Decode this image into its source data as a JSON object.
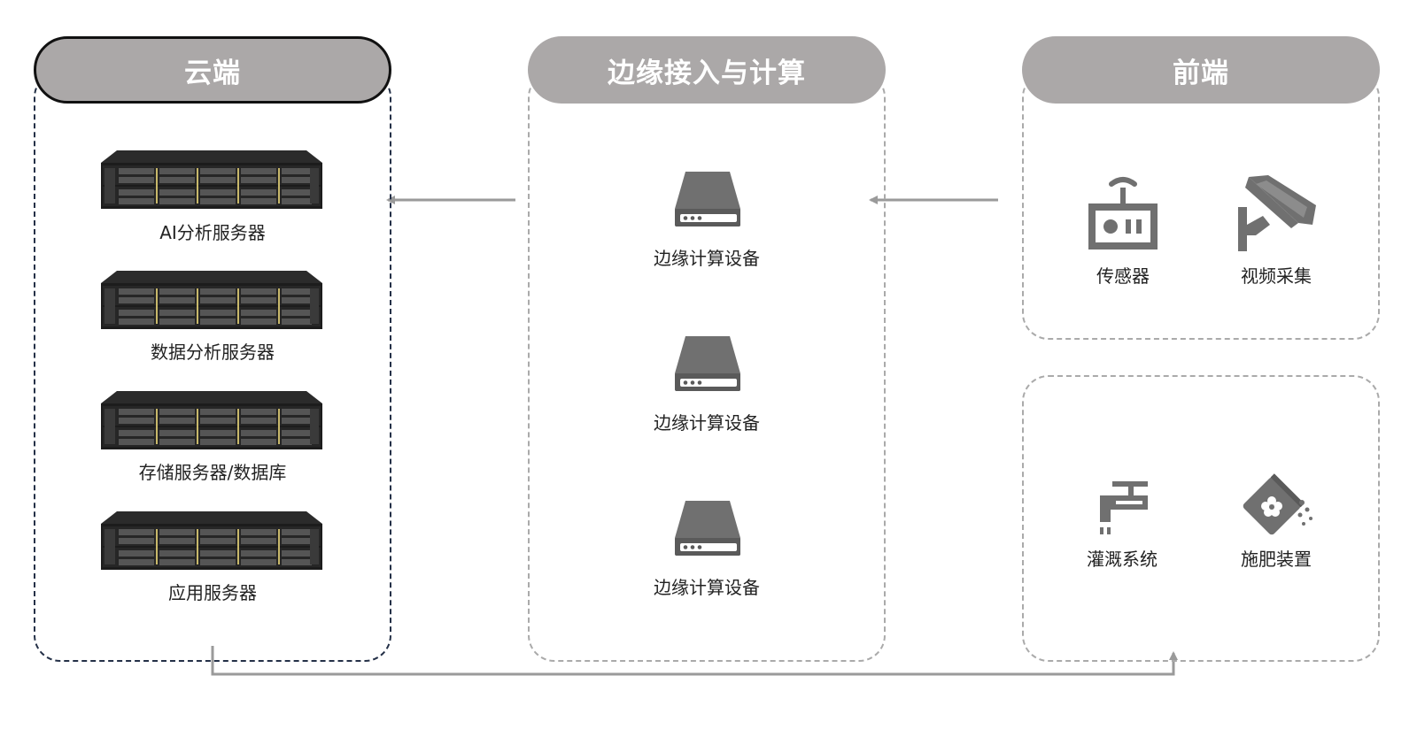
{
  "cloud": {
    "title": "云端",
    "servers": [
      {
        "label": "AI分析服务器"
      },
      {
        "label": "数据分析服务器"
      },
      {
        "label": "存储服务器/数据库"
      },
      {
        "label": "应用服务器"
      }
    ]
  },
  "edge": {
    "title": "边缘接入与计算",
    "devices": [
      {
        "label": "边缘计算设备"
      },
      {
        "label": "边缘计算设备"
      },
      {
        "label": "边缘计算设备"
      }
    ]
  },
  "front": {
    "title": "前端",
    "sensing": [
      {
        "label": "传感器",
        "icon": "remote-sensor-icon"
      },
      {
        "label": "视频采集",
        "icon": "cctv-camera-icon"
      }
    ],
    "actuators": [
      {
        "label": "灌溉系统",
        "icon": "water-faucet-icon"
      },
      {
        "label": "施肥装置",
        "icon": "fertilizer-bag-icon"
      }
    ]
  },
  "colors": {
    "header_fill": "#aba8a8",
    "cloud_border": "#243047",
    "dashed_border": "#aaaaaa",
    "arrow": "#9a9a9a",
    "icon_gray": "#707070"
  }
}
